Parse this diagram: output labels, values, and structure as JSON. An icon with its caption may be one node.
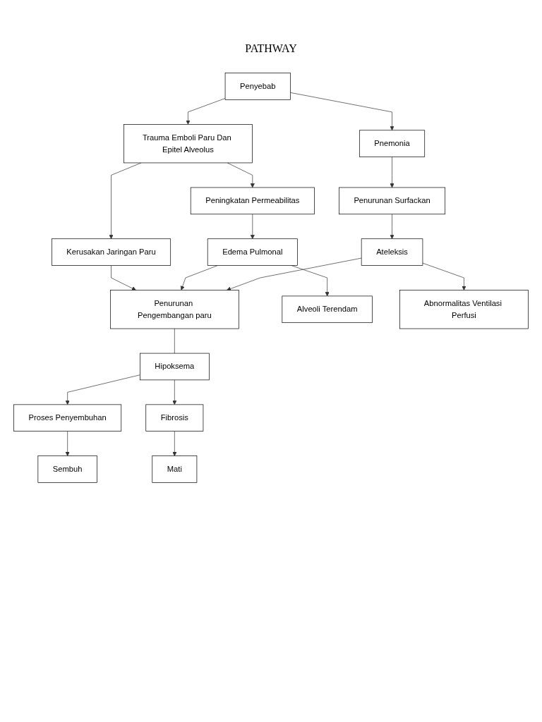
{
  "diagram": {
    "title": "PATHWAY",
    "nodes": [
      {
        "text": [
          "Penyebab"
        ]
      },
      {
        "text": [
          "Trauma Emboli Paru Dan Epitel Alveolus"
        ]
      },
      {
        "text": [
          "Kerusakan Jaringan Paru"
        ]
      },
      {
        "text": [
          "Pnemonia"
        ]
      },
      {
        "text": [
          "Peningkatan Permeabilitas"
        ]
      },
      {
        "text": [
          "Penurunan Surfackan"
        ]
      },
      {
        "text": [
          "Edema Pulmonal"
        ]
      },
      {
        "text": [
          "Penurunan Pengembangan paru"
        ]
      },
      {
        "text": [
          "Ateleksis"
        ]
      },
      {
        "text": [
          "Alveoli Terendam"
        ]
      },
      {
        "text": [
          "Hipoksema"
        ]
      },
      {
        "text": [
          "Abnormalitas Ventilasi Perfusi"
        ]
      },
      {
        "text": [
          "Proses Penyembuhan"
        ]
      },
      {
        "text": [
          "Fibrosis"
        ]
      },
      {
        "text": [
          "Sembuh"
        ]
      },
      {
        "text": [
          "Mati"
        ]
      }
    ],
    "edges": [
      {
        "from": 0,
        "to": 1,
        "arrow": "to"
      },
      {
        "from": 0,
        "to": 3,
        "arrow": "to"
      },
      {
        "from": 1,
        "to": 2,
        "arrow": "to"
      },
      {
        "from": 2,
        "to": 7,
        "arrow": "to"
      },
      {
        "from": 1,
        "to": 4,
        "arrow": "to"
      },
      {
        "from": 4,
        "to": 6,
        "arrow": "to"
      },
      {
        "from": 6,
        "to": 7,
        "arrow": "to"
      },
      {
        "from": 6,
        "to": 9,
        "arrow": "to"
      },
      {
        "from": 3,
        "to": 5,
        "arrow": "to"
      },
      {
        "from": 5,
        "to": 8,
        "arrow": "to"
      },
      {
        "from": 8,
        "to": 7,
        "arrow": "to"
      },
      {
        "from": 8,
        "to": 11,
        "arrow": "to"
      },
      {
        "from": 7,
        "to": 10,
        "arrow": "none"
      },
      {
        "from": 10,
        "to": 12,
        "arrow": "to"
      },
      {
        "from": 10,
        "to": 13,
        "arrow": "to"
      },
      {
        "from": 12,
        "to": 14,
        "arrow": "to"
      },
      {
        "from": 13,
        "to": 15,
        "arrow": "to"
      }
    ]
  }
}
